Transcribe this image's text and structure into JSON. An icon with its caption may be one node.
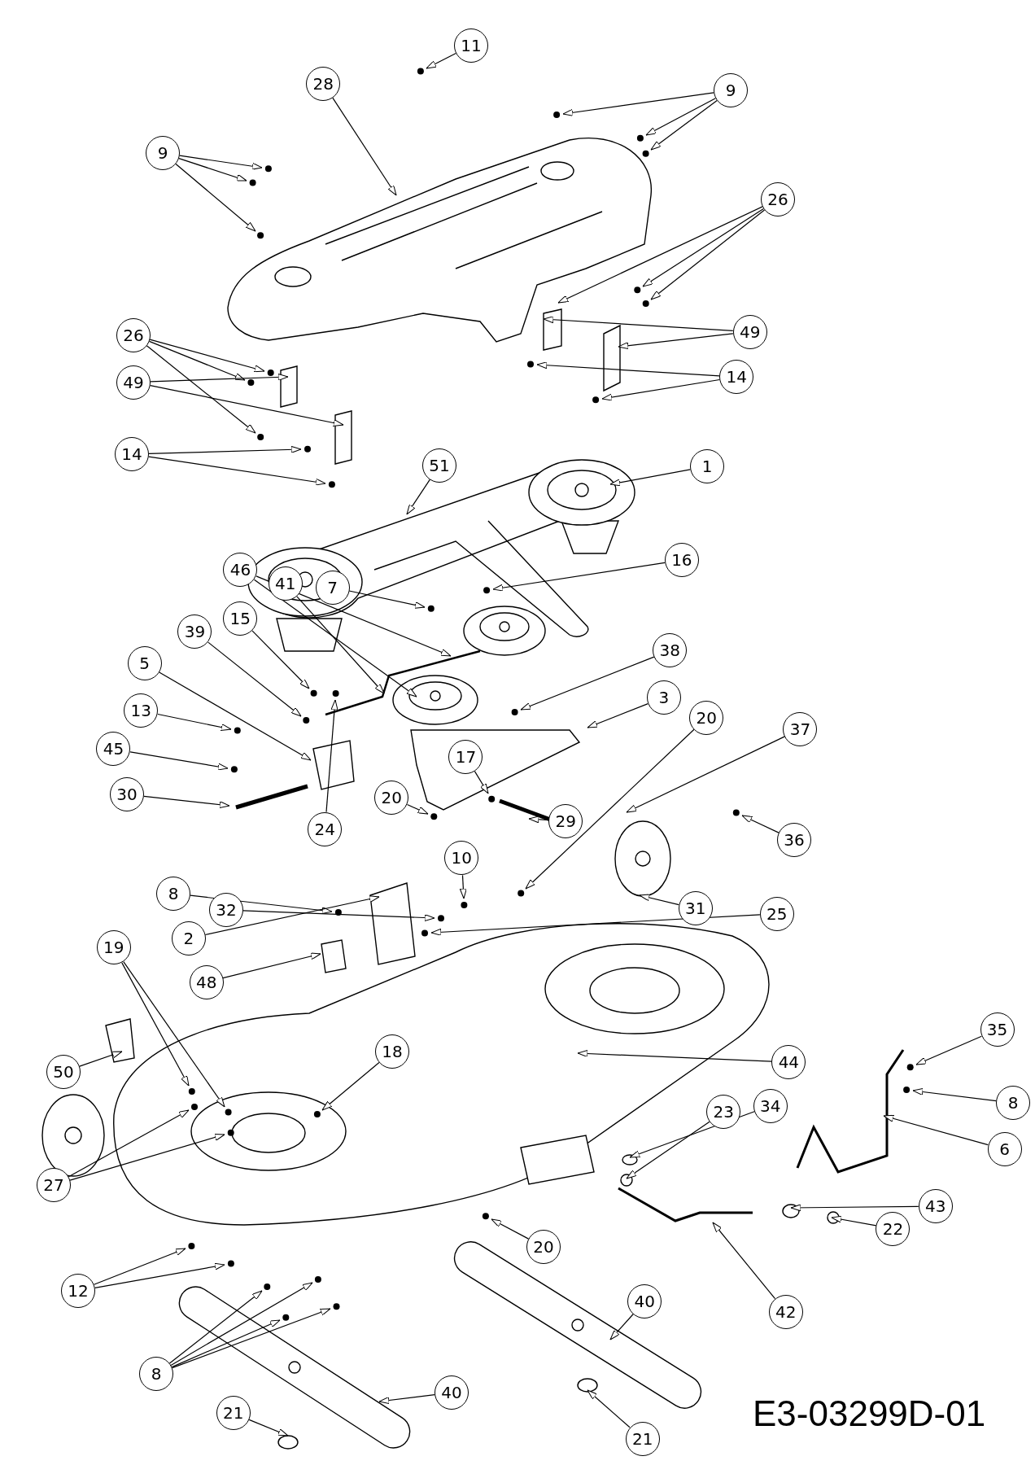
{
  "diagram": {
    "nodes": [
      {
        "text": [
          "11"
        ]
      },
      {
        "text": [
          "9"
        ]
      },
      {
        "text": [
          "28"
        ]
      },
      {
        "text": [
          "9"
        ]
      },
      {
        "text": [
          "26"
        ]
      },
      {
        "text": [
          "49"
        ]
      },
      {
        "text": [
          "26"
        ]
      },
      {
        "text": [
          "14"
        ]
      },
      {
        "text": [
          "49"
        ]
      },
      {
        "text": [
          "14"
        ]
      },
      {
        "text": [
          "51"
        ]
      },
      {
        "text": [
          "1"
        ]
      },
      {
        "text": [
          "16"
        ]
      },
      {
        "text": [
          "7"
        ]
      },
      {
        "text": [
          "15"
        ]
      },
      {
        "text": [
          "46"
        ]
      },
      {
        "text": [
          "38"
        ]
      },
      {
        "text": [
          "5"
        ]
      },
      {
        "text": [
          "41"
        ]
      },
      {
        "text": [
          "39"
        ]
      },
      {
        "text": [
          "13"
        ]
      },
      {
        "text": [
          "3"
        ]
      },
      {
        "text": [
          "24"
        ]
      },
      {
        "text": [
          "45"
        ]
      },
      {
        "text": [
          "20"
        ]
      },
      {
        "text": [
          "37"
        ]
      },
      {
        "text": [
          "17"
        ]
      },
      {
        "text": [
          "30"
        ]
      },
      {
        "text": [
          "29"
        ]
      },
      {
        "text": [
          "20"
        ]
      },
      {
        "text": [
          "36"
        ]
      },
      {
        "text": [
          "8"
        ]
      },
      {
        "text": [
          "2"
        ]
      },
      {
        "text": [
          "32"
        ]
      },
      {
        "text": [
          "31"
        ]
      },
      {
        "text": [
          "10"
        ]
      },
      {
        "text": [
          "25"
        ]
      },
      {
        "text": [
          "48"
        ]
      },
      {
        "text": [
          "19"
        ]
      },
      {
        "text": [
          "35"
        ]
      },
      {
        "text": [
          "18"
        ]
      },
      {
        "text": [
          "50"
        ]
      },
      {
        "text": [
          "8"
        ]
      },
      {
        "text": [
          "44"
        ]
      },
      {
        "text": [
          "6"
        ]
      },
      {
        "text": [
          "34"
        ]
      },
      {
        "text": [
          "23"
        ]
      },
      {
        "text": [
          "27"
        ]
      },
      {
        "text": [
          "43"
        ]
      },
      {
        "text": [
          "22"
        ]
      },
      {
        "text": [
          "20"
        ]
      },
      {
        "text": [
          "12"
        ]
      },
      {
        "text": [
          "40"
        ]
      },
      {
        "text": [
          "42"
        ]
      },
      {
        "text": [
          "8"
        ]
      },
      {
        "text": [
          "40"
        ]
      },
      {
        "text": [
          "21"
        ]
      },
      {
        "text": [
          "21"
        ]
      }
    ],
    "edges": [
      {
        "from": 0,
        "to": null,
        "arrow": "to"
      },
      {
        "from": 1,
        "to": null,
        "arrow": "to"
      },
      {
        "from": 1,
        "to": null,
        "arrow": "to"
      },
      {
        "from": 1,
        "to": null,
        "arrow": "to"
      },
      {
        "from": 2,
        "to": null,
        "arrow": "to"
      },
      {
        "from": 3,
        "to": null,
        "arrow": "to"
      },
      {
        "from": 3,
        "to": null,
        "arrow": "to"
      },
      {
        "from": 3,
        "to": null,
        "arrow": "to"
      },
      {
        "from": 4,
        "to": null,
        "arrow": "to"
      },
      {
        "from": 4,
        "to": null,
        "arrow": "to"
      },
      {
        "from": 4,
        "to": null,
        "arrow": "to"
      },
      {
        "from": 5,
        "to": null,
        "arrow": "to"
      },
      {
        "from": 5,
        "to": null,
        "arrow": "to"
      },
      {
        "from": 6,
        "to": null,
        "arrow": "to"
      },
      {
        "from": 6,
        "to": null,
        "arrow": "to"
      },
      {
        "from": 6,
        "to": null,
        "arrow": "to"
      },
      {
        "from": 7,
        "to": null,
        "arrow": "to"
      },
      {
        "from": 7,
        "to": null,
        "arrow": "to"
      },
      {
        "from": 8,
        "to": null,
        "arrow": "to"
      },
      {
        "from": 8,
        "to": null,
        "arrow": "to"
      },
      {
        "from": 9,
        "to": null,
        "arrow": "to"
      },
      {
        "from": 9,
        "to": null,
        "arrow": "to"
      },
      {
        "from": 10,
        "to": null,
        "arrow": "to"
      },
      {
        "from": 11,
        "to": null,
        "arrow": "to"
      },
      {
        "from": 12,
        "to": null,
        "arrow": "to"
      },
      {
        "from": 13,
        "to": null,
        "arrow": "to"
      },
      {
        "from": 14,
        "to": null,
        "arrow": "to"
      },
      {
        "from": 15,
        "to": null,
        "arrow": "to"
      },
      {
        "from": 15,
        "to": null,
        "arrow": "to"
      },
      {
        "from": 16,
        "to": null,
        "arrow": "to"
      },
      {
        "from": 17,
        "to": null,
        "arrow": "to"
      },
      {
        "from": 18,
        "to": null,
        "arrow": "to"
      },
      {
        "from": 19,
        "to": null,
        "arrow": "to"
      },
      {
        "from": 20,
        "to": null,
        "arrow": "to"
      },
      {
        "from": 21,
        "to": null,
        "arrow": "to"
      },
      {
        "from": 22,
        "to": null,
        "arrow": "to"
      },
      {
        "from": 23,
        "to": null,
        "arrow": "to"
      },
      {
        "from": 24,
        "to": null,
        "arrow": "to"
      },
      {
        "from": 25,
        "to": null,
        "arrow": "to"
      },
      {
        "from": 26,
        "to": null,
        "arrow": "to"
      },
      {
        "from": 27,
        "to": null,
        "arrow": "to"
      },
      {
        "from": 28,
        "to": null,
        "arrow": "to"
      },
      {
        "from": 29,
        "to": null,
        "arrow": "to"
      },
      {
        "from": 30,
        "to": null,
        "arrow": "to"
      },
      {
        "from": 31,
        "to": null,
        "arrow": "to"
      },
      {
        "from": 32,
        "to": null,
        "arrow": "to"
      },
      {
        "from": 33,
        "to": null,
        "arrow": "to"
      },
      {
        "from": 34,
        "to": null,
        "arrow": "to"
      },
      {
        "from": 35,
        "to": null,
        "arrow": "to"
      },
      {
        "from": 36,
        "to": null,
        "arrow": "to"
      },
      {
        "from": 37,
        "to": null,
        "arrow": "to"
      },
      {
        "from": 38,
        "to": null,
        "arrow": "to"
      },
      {
        "from": 38,
        "to": null,
        "arrow": "to"
      },
      {
        "from": 39,
        "to": null,
        "arrow": "to"
      },
      {
        "from": 40,
        "to": null,
        "arrow": "to"
      },
      {
        "from": 41,
        "to": null,
        "arrow": "to"
      },
      {
        "from": 42,
        "to": null,
        "arrow": "to"
      },
      {
        "from": 43,
        "to": null,
        "arrow": "to"
      },
      {
        "from": 44,
        "to": null,
        "arrow": "to"
      },
      {
        "from": 45,
        "to": null,
        "arrow": "to"
      },
      {
        "from": 46,
        "to": null,
        "arrow": "to"
      },
      {
        "from": 47,
        "to": null,
        "arrow": "to"
      },
      {
        "from": 47,
        "to": null,
        "arrow": "to"
      },
      {
        "from": 48,
        "to": null,
        "arrow": "to"
      },
      {
        "from": 49,
        "to": null,
        "arrow": "to"
      },
      {
        "from": 50,
        "to": null,
        "arrow": "to"
      },
      {
        "from": 51,
        "to": null,
        "arrow": "to"
      },
      {
        "from": 51,
        "to": null,
        "arrow": "to"
      },
      {
        "from": 52,
        "to": null,
        "arrow": "to"
      },
      {
        "from": 53,
        "to": null,
        "arrow": "to"
      },
      {
        "from": 54,
        "to": null,
        "arrow": "to"
      },
      {
        "from": 54,
        "to": null,
        "arrow": "to"
      },
      {
        "from": 54,
        "to": null,
        "arrow": "to"
      },
      {
        "from": 54,
        "to": null,
        "arrow": "to"
      },
      {
        "from": 55,
        "to": null,
        "arrow": "to"
      },
      {
        "from": 56,
        "to": null,
        "arrow": "to"
      },
      {
        "from": 57,
        "to": null,
        "arrow": "to"
      }
    ],
    "labels": [
      "E3-03299D-01"
    ]
  }
}
